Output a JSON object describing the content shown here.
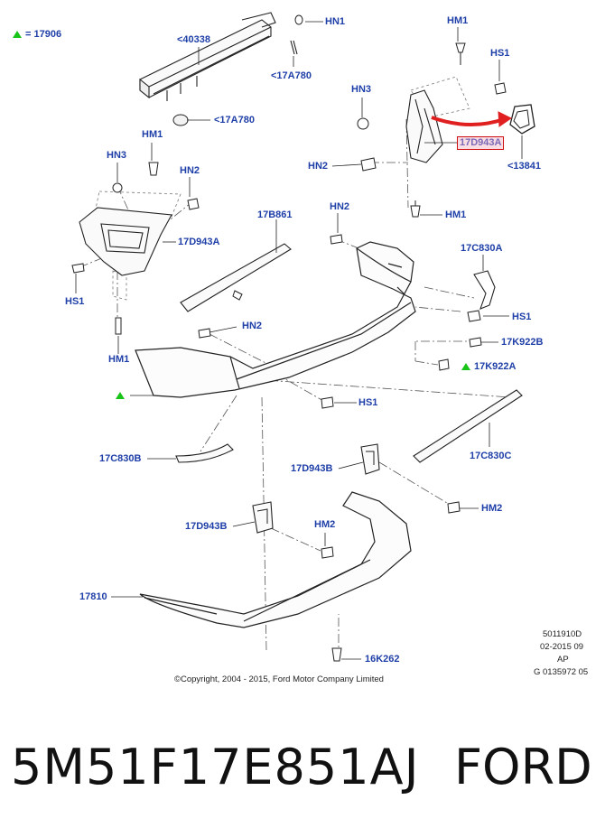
{
  "legend": {
    "symbol": "green-triangle",
    "text": "= 17906"
  },
  "labels": {
    "hn1_top": "HN1",
    "p40338": "<40338",
    "p17a780_a": "<17A780",
    "p17a780_b": "<17A780",
    "hm1_top": "HM1",
    "hs1_top": "HS1",
    "hn3_right": "HN3",
    "p17d943a_hl": "17D943A",
    "hn2_right": "HN2",
    "p13841": "<13841",
    "hm1_right": "HM1",
    "hm1_left": "HM1",
    "hn3_left": "HN3",
    "hn2_left": "HN2",
    "p17d943a_left": "17D943A",
    "hs1_left": "HS1",
    "hm1_left_bottom": "HM1",
    "p17b861": "17B861",
    "hn2_mid": "HN2",
    "p17c830a": "17C830A",
    "hs1_right": "HS1",
    "hn2_lower": "HN2",
    "p17k922b": "17K922B",
    "p17k922a": "17K922A",
    "hs1_mid": "HS1",
    "p17c830b": "17C830B",
    "p17c830c": "17C830C",
    "p17d943b_a": "17D943B",
    "hm2_right": "HM2",
    "p17d943b_b": "17D943B",
    "hm2_bottom": "HM2",
    "p17810": "17810",
    "p16k262": "16K262"
  },
  "meta": {
    "ref1": "5011910D",
    "ref2": "02-2015 09",
    "ref3": "AP",
    "ref4": "G 0135972 05",
    "copyright": "©Copyright, 2004 - 2015, Ford Motor Company Limited"
  },
  "footer": {
    "part_number": "5M51F17E851AJ",
    "brand": "FORD"
  },
  "colors": {
    "label": "#1f3fa8",
    "highlight_border": "#d01010",
    "arrow": "#e02020",
    "legend_triangle": "#19c419"
  }
}
